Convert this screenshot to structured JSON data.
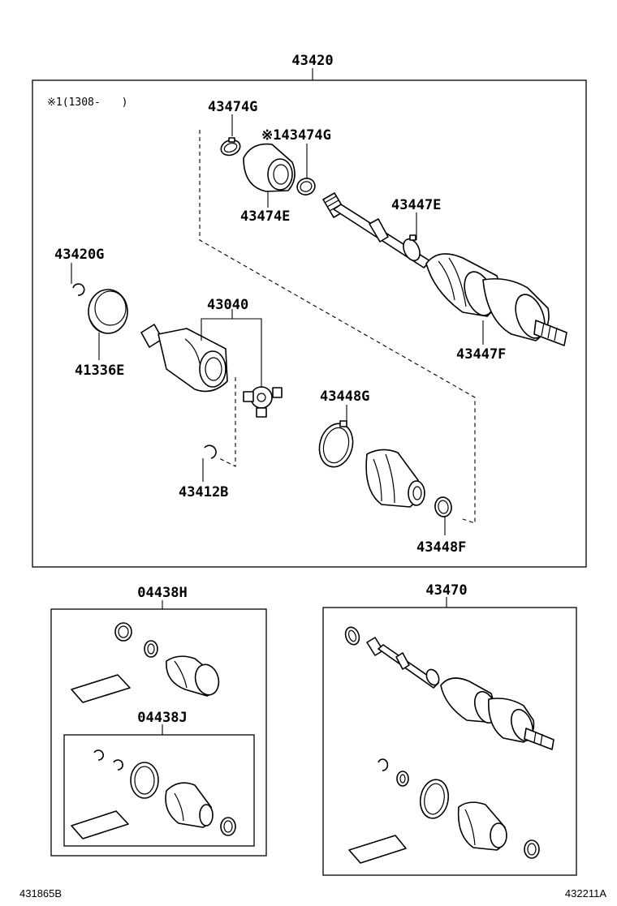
{
  "labels": {
    "assembly_main": "43420",
    "note_marker": "※1(1308-　　)",
    "clamp_top_left": "43474G",
    "clamp_top_right": "※143474G",
    "damper": "43474E",
    "clamp_shaft": "43447E",
    "outer_boot": "43447F",
    "snap_ring": "43420G",
    "dust_seal": "41336E",
    "inboard_joint": "43040",
    "ring_small": "43412B",
    "clamp_large": "43448G",
    "clamp_small": "43448F",
    "kit_outer": "04438H",
    "kit_inner": "04438J",
    "assembly_alt": "43470",
    "footer_left": "431865B",
    "footer_right": "432211A"
  }
}
